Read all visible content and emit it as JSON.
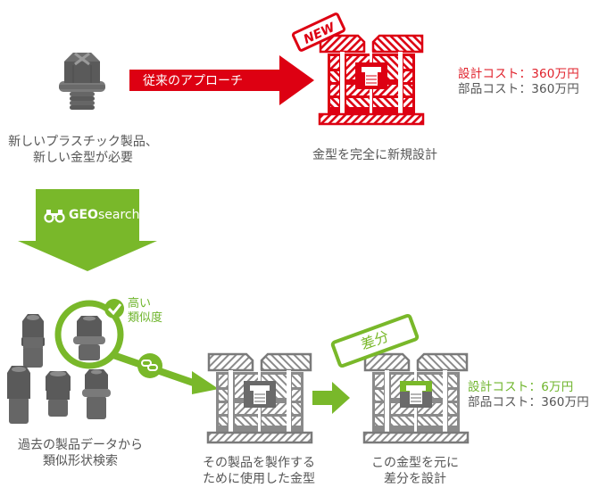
{
  "colors": {
    "red": "#dd0012",
    "green": "#79b82a",
    "gray_dark": "#5a5a5a",
    "gray_mid": "#888888",
    "text": "#555555"
  },
  "top_row": {
    "product_caption_line1": "新しいプラスチック製品、",
    "product_caption_line2": "新しい金型が必要",
    "arrow_label": "従来のアプローチ",
    "badge_label": "NEW",
    "mold_caption": "金型を完全に新規設計",
    "design_cost": "設計コスト：360万円",
    "parts_cost": "部品コスト：360万円"
  },
  "geosearch": {
    "logo_bold": "GEO",
    "logo_light": "search",
    "icon": "binoculars-icon"
  },
  "bottom_row": {
    "similarity_label_line1": "高い",
    "similarity_label_line2": "類似度",
    "search_caption_line1": "過去の製品データから",
    "search_caption_line2": "類似形状検索",
    "old_mold_caption_line1": "その製品を製作する",
    "old_mold_caption_line2": "ために使用した金型",
    "badge_label": "差分",
    "new_mold_caption_line1": "この金型を元に",
    "new_mold_caption_line2": "差分を設計",
    "design_cost": "設計コスト：6万円",
    "parts_cost": "部品コスト：360万円"
  }
}
